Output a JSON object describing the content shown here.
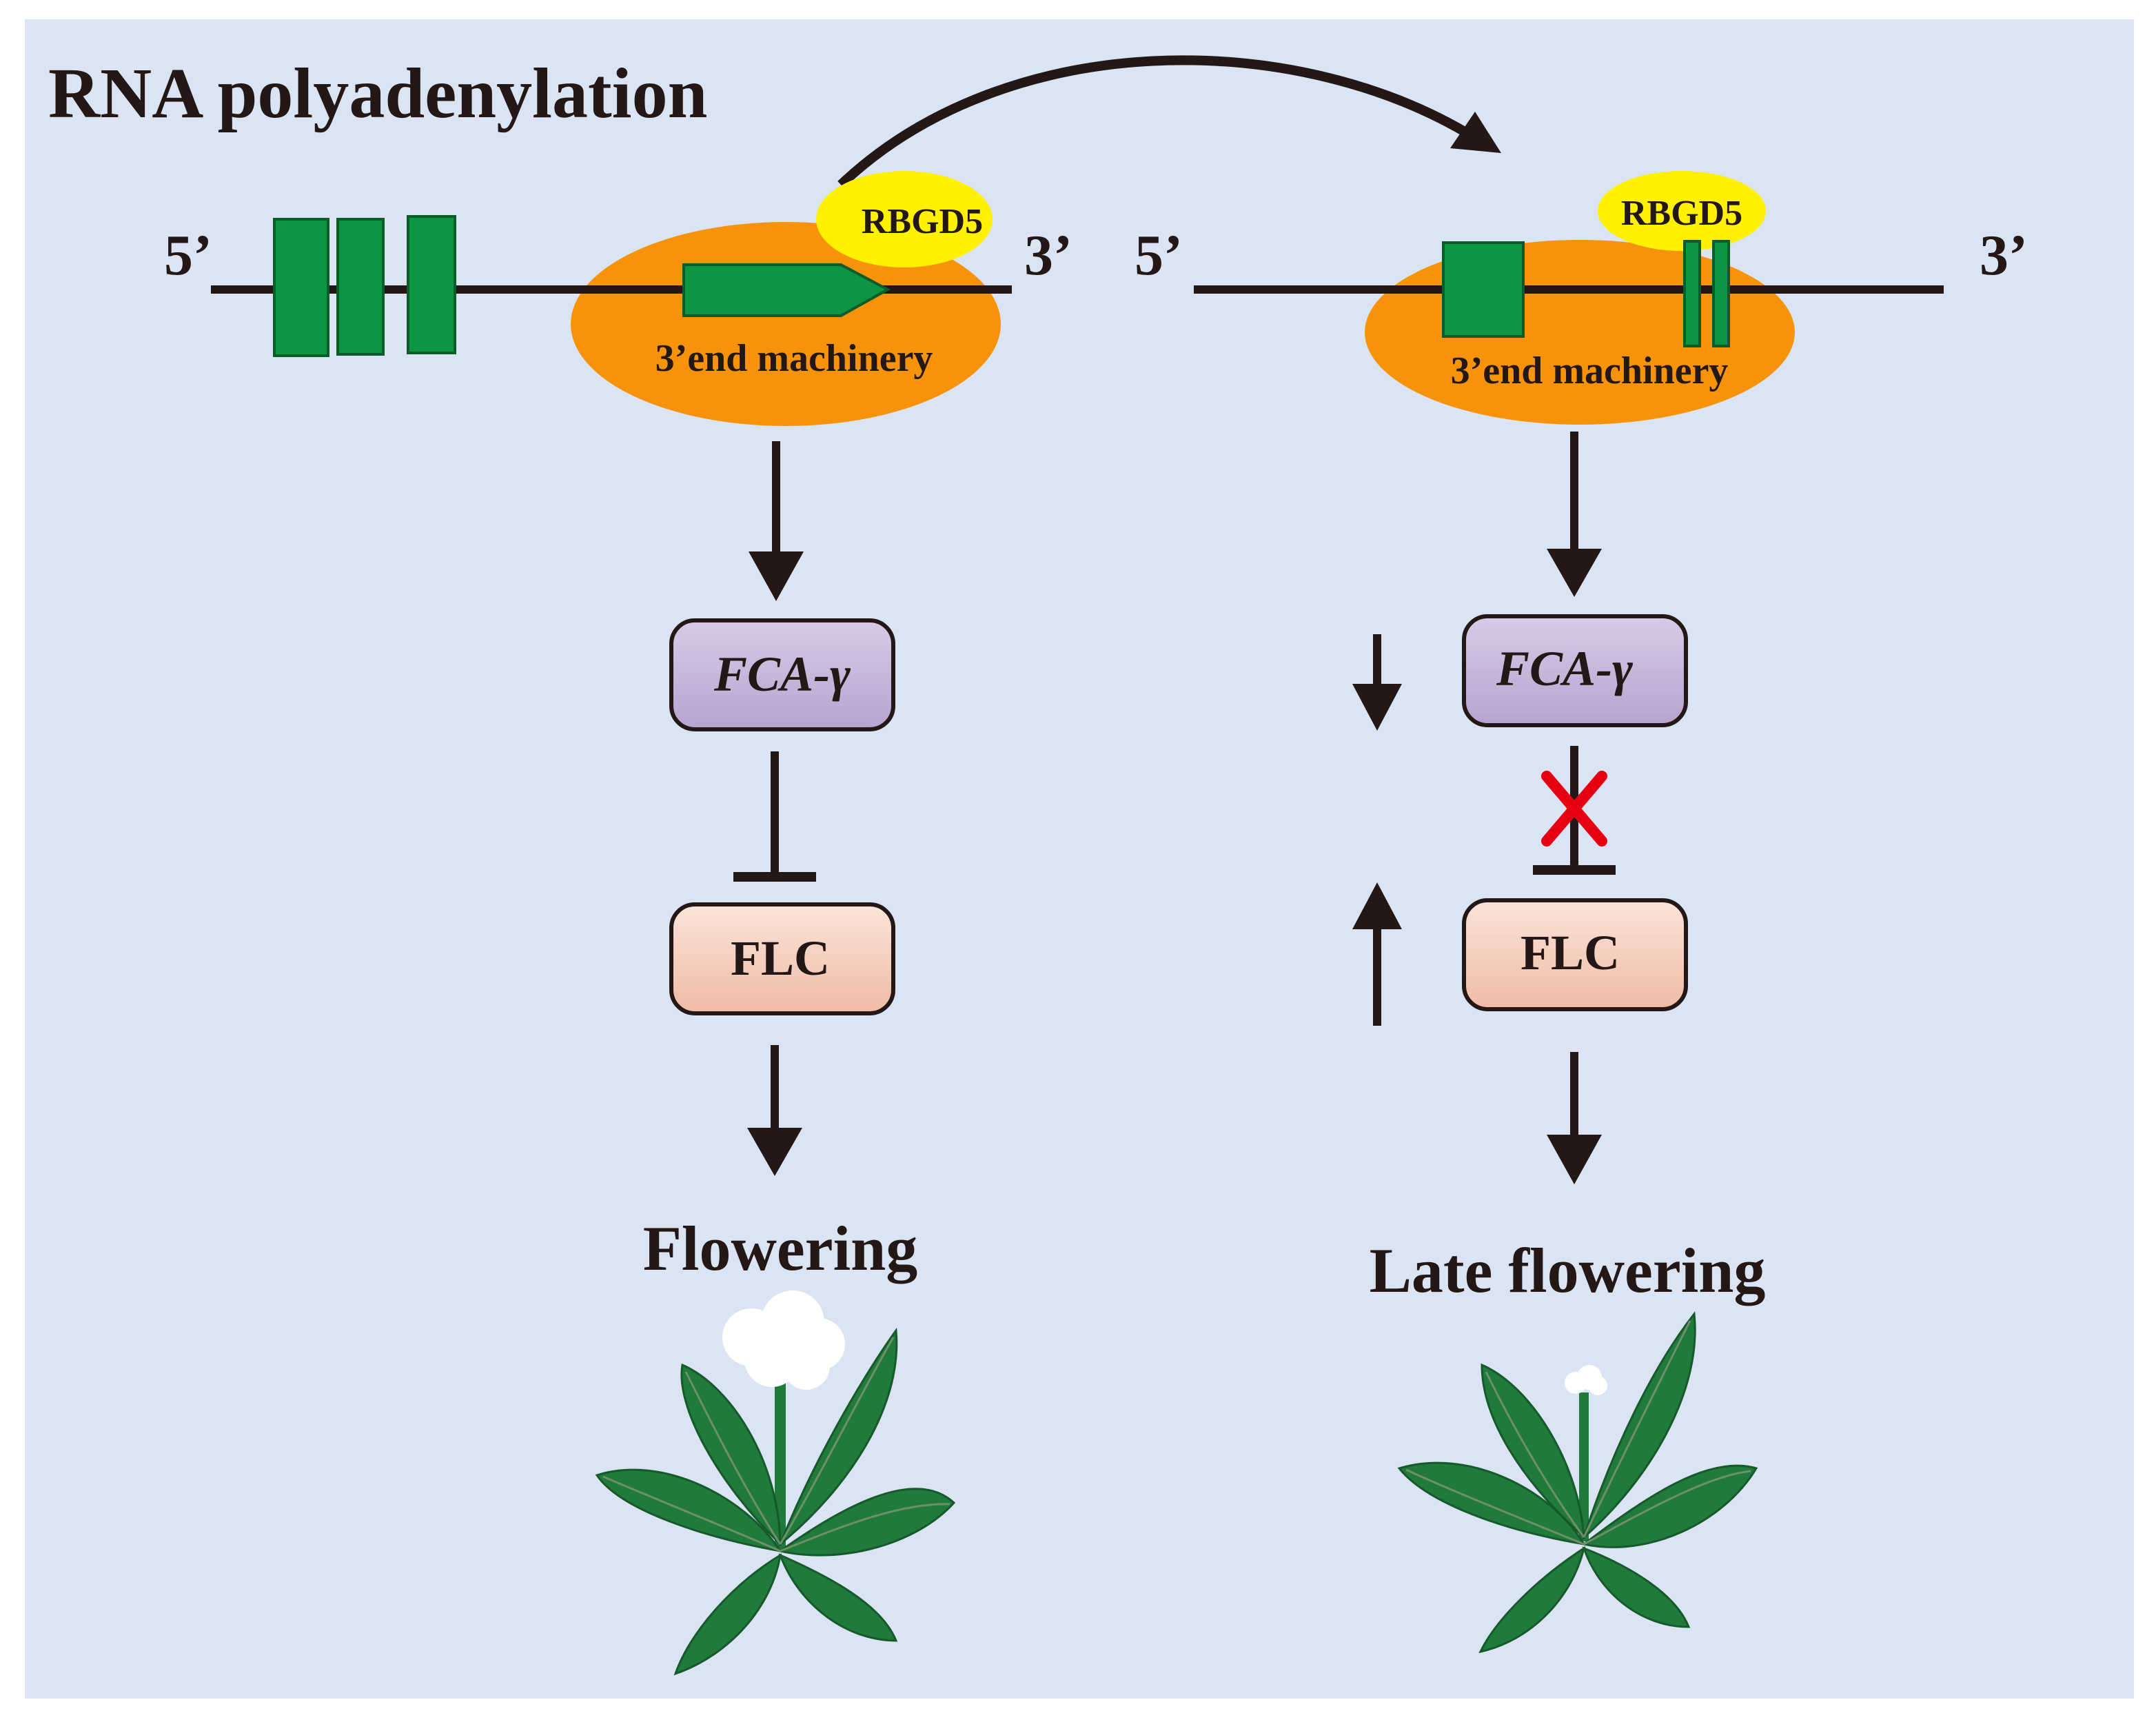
{
  "title": "RNA  polyadenylation",
  "colors": {
    "background": "#dbe4f3",
    "exon": "#0d9544",
    "machinery": "#f7930a",
    "rbgd5": "#fff100",
    "fca_box": "#c4b2d8",
    "flc_box": "#f5cdbc",
    "arrow": "#231815",
    "cross": "#e60012",
    "leaf": "#1f7a3c",
    "flower": "#ffffff"
  },
  "left": {
    "five_prime": "5’",
    "three_prime": "3’",
    "protein": "RBGD5",
    "machinery": "3’end machinery",
    "fca": "FCA-γ",
    "flc": "FLC",
    "outcome": "Flowering"
  },
  "right": {
    "five_prime": "5’",
    "three_prime": "3’",
    "protein": "RBGD5",
    "machinery": "3’end machinery",
    "fca": "FCA-γ",
    "flc": "FLC",
    "outcome": "Late flowering",
    "fca_level": "down",
    "flc_level": "up",
    "repression_blocked": true
  }
}
